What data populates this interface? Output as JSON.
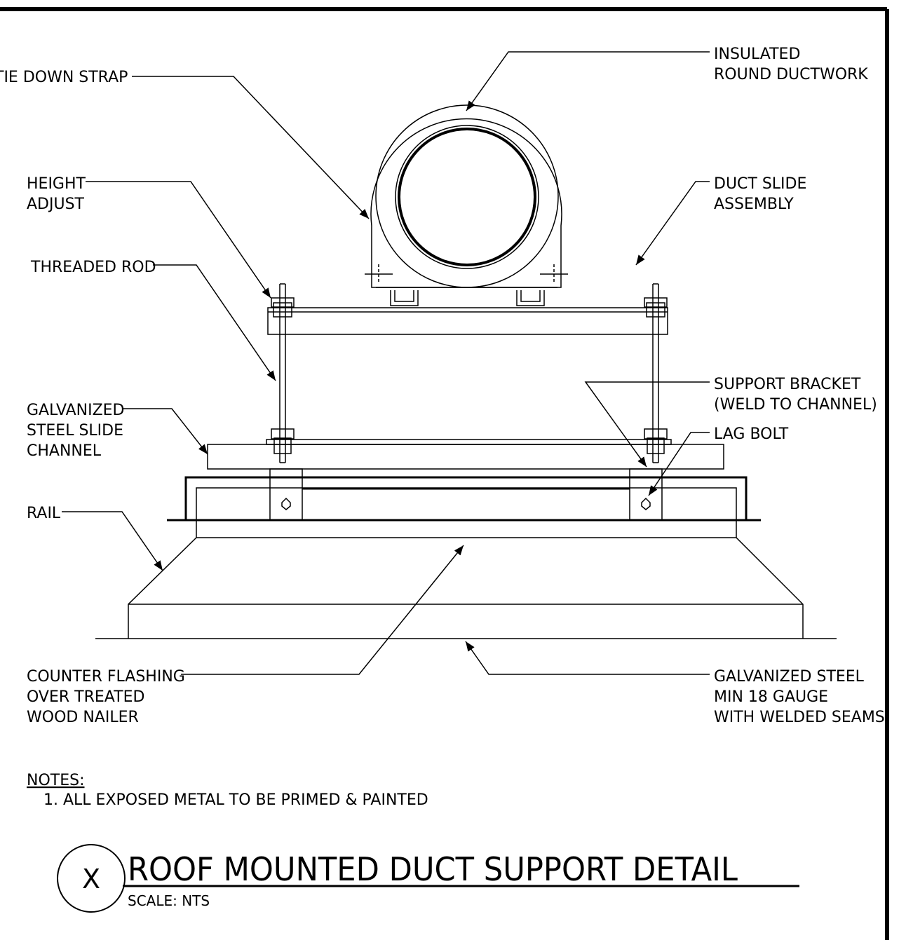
{
  "callouts": {
    "tie_down_strap": "TIE DOWN STRAP",
    "insulated_round_ductwork": [
      "INSULATED",
      "ROUND DUCTWORK"
    ],
    "height_adjust": [
      "HEIGHT",
      "ADJUST"
    ],
    "duct_slide_assembly": [
      "DUCT SLIDE",
      "ASSEMBLY"
    ],
    "threaded_rod": "THREADED ROD",
    "support_bracket": [
      "SUPPORT BRACKET",
      "(WELD TO CHANNEL)"
    ],
    "galvanized_slide_channel": [
      "GALVANIZED",
      "STEEL SLIDE",
      "CHANNEL"
    ],
    "lag_bolt": "LAG BOLT",
    "rail": "RAIL",
    "counter_flashing": [
      "COUNTER FLASHING",
      "OVER TREATED",
      "WOOD NAILER"
    ],
    "galvanized_steel": [
      "GALVANIZED STEEL",
      "MIN 18 GAUGE",
      "WITH WELDED SEAMS"
    ]
  },
  "notes": {
    "heading": "NOTES:",
    "items": [
      "1.  ALL EXPOSED METAL TO BE PRIMED & PAINTED"
    ]
  },
  "title_block": {
    "bubble_letter": "X",
    "title": "ROOF MOUNTED DUCT SUPPORT DETAIL",
    "scale": "SCALE: NTS"
  }
}
